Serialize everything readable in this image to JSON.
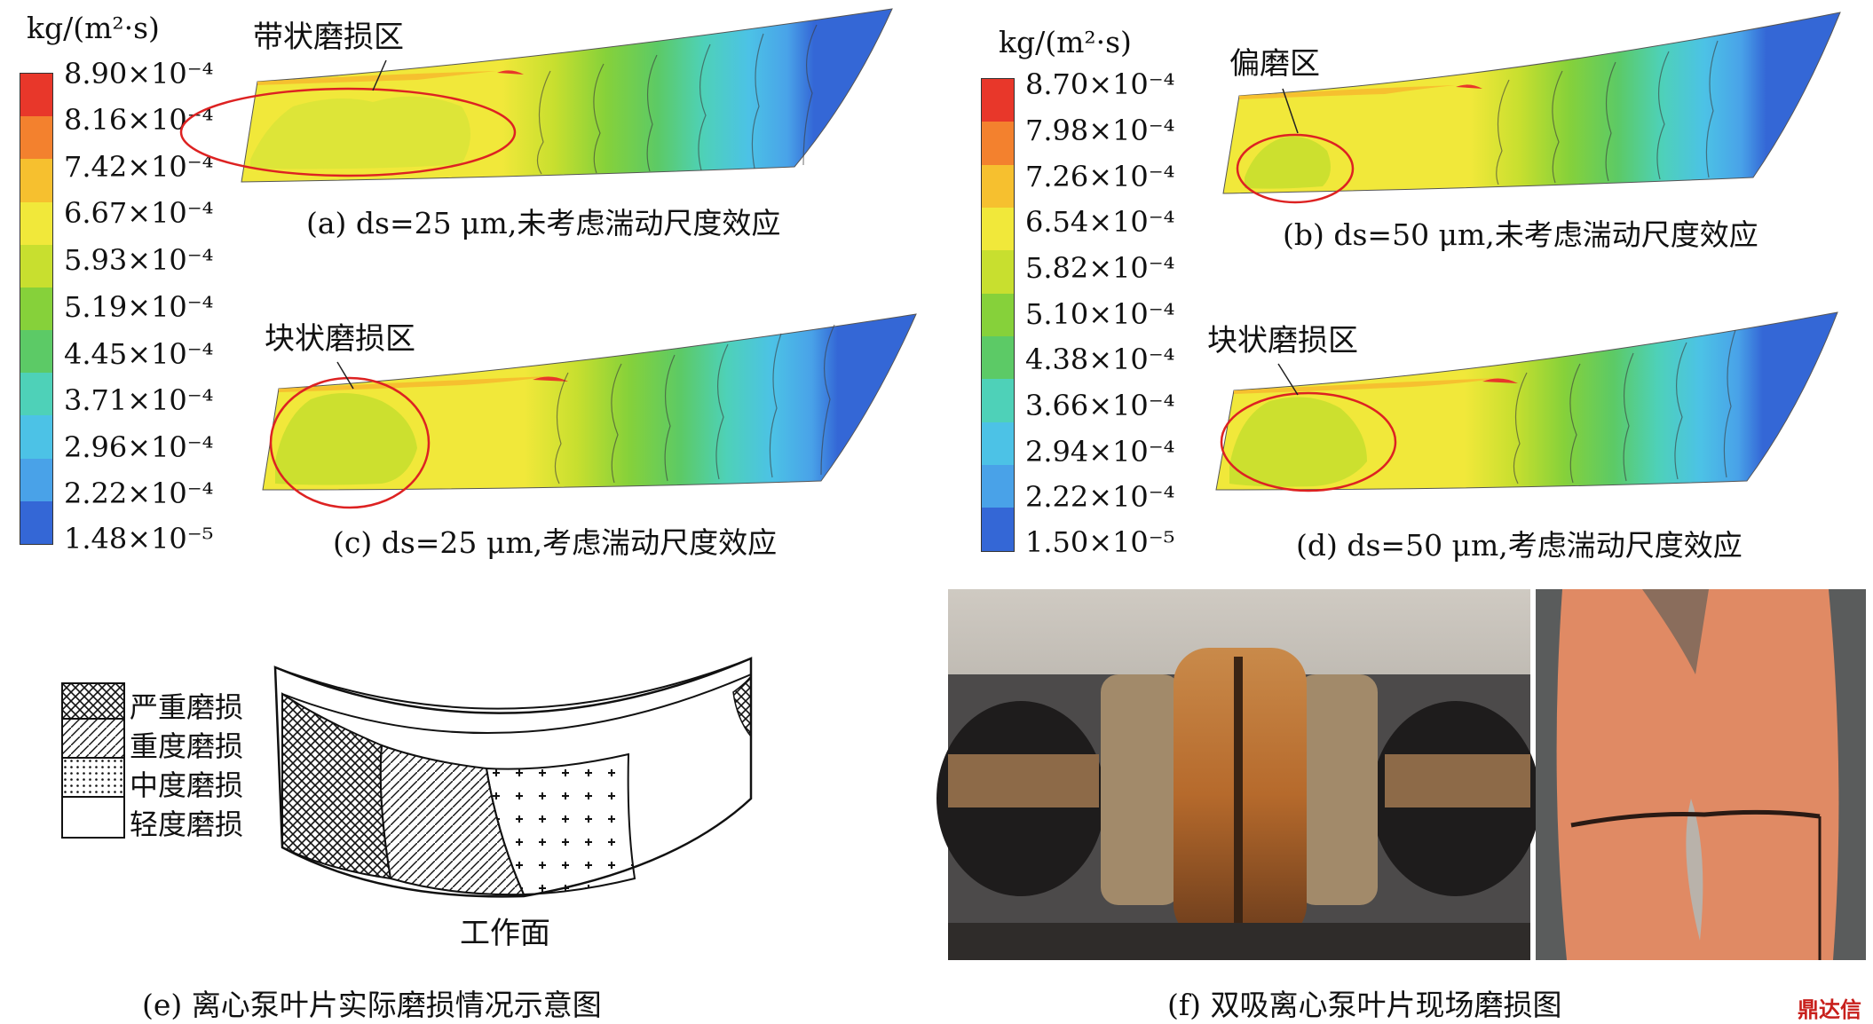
{
  "colorbar_left": {
    "unit": "kg/(m²·s)",
    "ticks": [
      "8.90×10⁻⁴",
      "8.16×10⁻⁴",
      "7.42×10⁻⁴",
      "6.67×10⁻⁴",
      "5.93×10⁻⁴",
      "5.19×10⁻⁴",
      "4.45×10⁻⁴",
      "3.71×10⁻⁴",
      "2.96×10⁻⁴",
      "2.22×10⁻⁴",
      "1.48×10⁻⁵"
    ]
  },
  "colorbar_right": {
    "unit": "kg/(m²·s)",
    "ticks": [
      "8.70×10⁻⁴",
      "7.98×10⁻⁴",
      "7.26×10⁻⁴",
      "6.54×10⁻⁴",
      "5.82×10⁻⁴",
      "5.10×10⁻⁴",
      "4.38×10⁻⁴",
      "3.66×10⁻⁴",
      "2.94×10⁻⁴",
      "2.22×10⁻⁴",
      "1.50×10⁻⁵"
    ]
  },
  "colorbar_colors": [
    "#e8372a",
    "#f3812e",
    "#f6c02f",
    "#f1e83a",
    "#c8df2f",
    "#86d13a",
    "#5cca66",
    "#4ed1b8",
    "#4cc2e6",
    "#49a2e8",
    "#3467d6"
  ],
  "panels": {
    "a": {
      "caption": "(a) ds=25 μm,未考虑湍动尺度效应",
      "annotation": "带状磨损区"
    },
    "b": {
      "caption": "(b) ds=50 μm,未考虑湍动尺度效应",
      "annotation": "偏磨区"
    },
    "c": {
      "caption": "(c) ds=25 μm,考虑湍动尺度效应",
      "annotation": "块状磨损区"
    },
    "d": {
      "caption": "(d) ds=50 μm,考虑湍动尺度效应",
      "annotation": "块状磨损区"
    },
    "e": {
      "caption": "(e) 离心泵叶片实际磨损情况示意图",
      "legend": [
        "严重磨损",
        "重度磨损",
        "中度磨损",
        "轻度磨损"
      ],
      "surface_label": "工作面"
    },
    "f": {
      "caption": "(f) 双吸离心泵叶片现场磨损图"
    }
  },
  "watermark": "鼎达信"
}
